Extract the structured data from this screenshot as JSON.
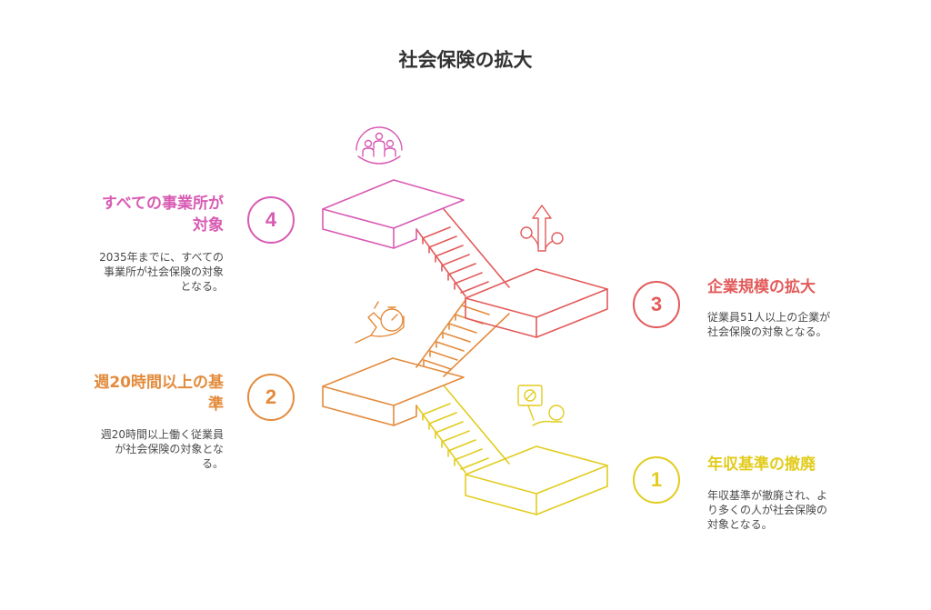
{
  "title": "社会保険の拡大",
  "colors": {
    "step1": "#e2cc1e",
    "step2": "#e38b3c",
    "step3": "#e35a5a",
    "step4": "#d85bb3",
    "title": "#333333",
    "text": "#4a4a4a"
  },
  "steps": [
    {
      "number": "1",
      "heading": "年収基準の撤廃",
      "desc_lines": [
        "年収基準が撤廃され、よ",
        "り多くの人が社会保険の",
        "対象となる。"
      ],
      "icon": "no-income-limit-icon"
    },
    {
      "number": "2",
      "heading_lines": [
        "週20時間以上の基",
        "準"
      ],
      "desc_lines": [
        "週20時間以上働く従業員",
        "が社会保険の対象とな",
        "る。"
      ],
      "icon": "stopwatch-hand-icon"
    },
    {
      "number": "3",
      "heading": "企業規模の拡大",
      "desc_lines": [
        "従業員51人以上の企業が",
        "社会保険の対象となる。"
      ],
      "icon": "growth-tree-arrow-icon"
    },
    {
      "number": "4",
      "heading_lines": [
        "すべての事業所が",
        "対象"
      ],
      "desc_lines": [
        "2035年までに、すべての",
        "事業所が社会保険の対象",
        "となる。"
      ],
      "icon": "people-group-icon"
    }
  ]
}
